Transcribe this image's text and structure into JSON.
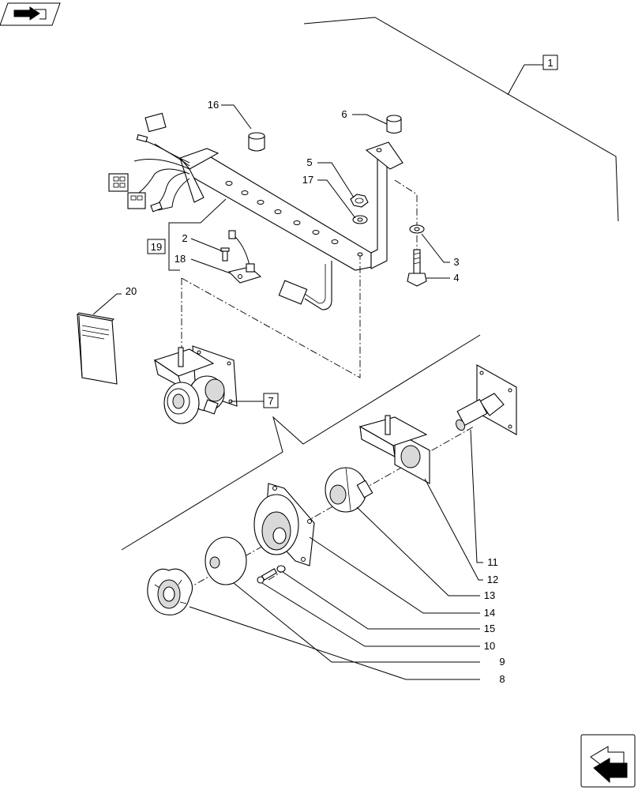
{
  "callouts": {
    "c1": "1",
    "c2": "2",
    "c3": "3",
    "c4": "4",
    "c5": "5",
    "c6": "6",
    "c7": "7",
    "c8": "8",
    "c9": "9",
    "c10": "10",
    "c11": "11",
    "c12": "12",
    "c13": "13",
    "c14": "14",
    "c15": "15",
    "c16": "16",
    "c17": "17",
    "c18": "18",
    "c19": "19",
    "c20": "20"
  },
  "icons": {
    "top_left": "book-arrow-icon",
    "bottom_right": "next-page-arrow-icon"
  },
  "colors": {
    "line": "#000000",
    "fill": "#ffffff",
    "shade": "#d9d9d9"
  }
}
